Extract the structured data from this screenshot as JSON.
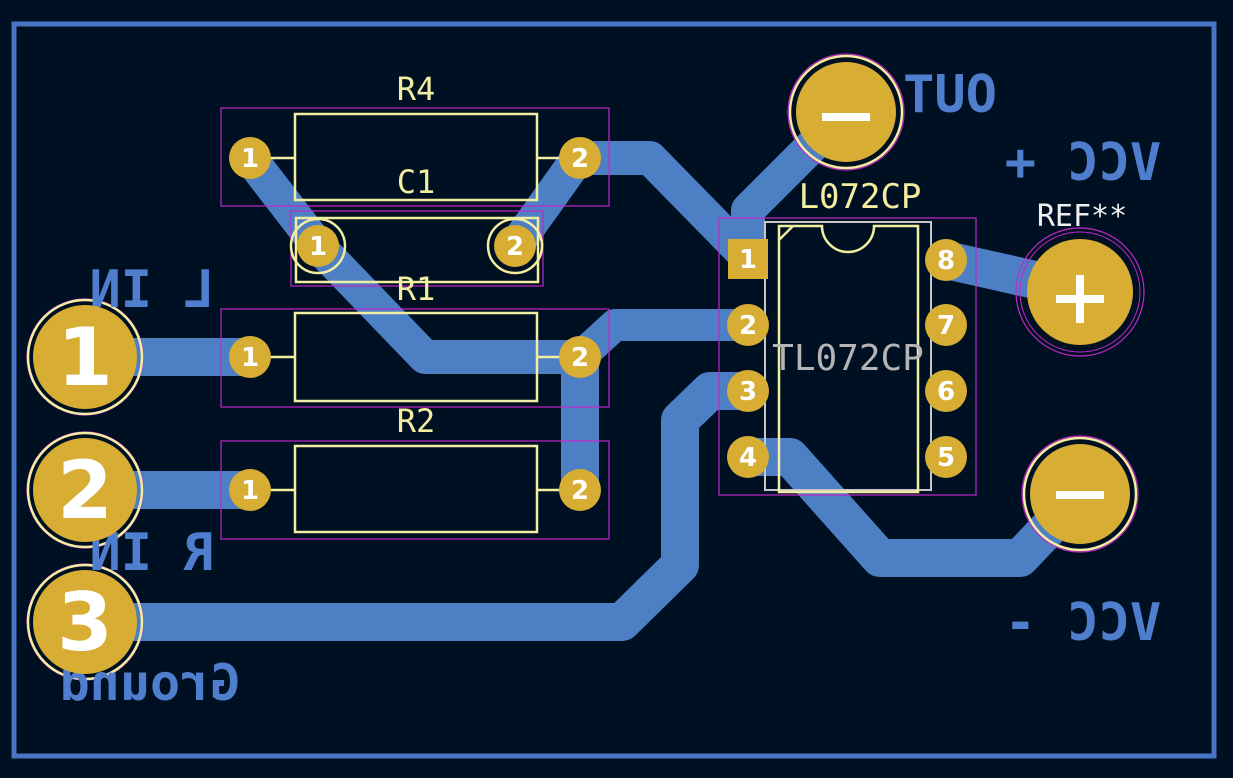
{
  "colors": {
    "background": "#001023",
    "board_edge": "#4876c4",
    "copper_trace": "#4d7fc4",
    "pad": "#d7ad34",
    "silkscreen": "#f2eda1",
    "back_silkscreen": "#4f7ecf",
    "courtyard": "#c227c9",
    "fab_outline": "#c8c8c8"
  },
  "references": {
    "r4": "R4",
    "c1": "C1",
    "r1": "R1",
    "r2": "R2",
    "ic_value": "L072CP",
    "ic_fab_value": "TL072CP",
    "ref_mark": "REF**"
  },
  "back_labels": {
    "out": "OUT",
    "vcc_plus": "VCC +",
    "vcc_minus": "VCC -",
    "l_in": "L IN",
    "r_in": "R IN",
    "ground": "Ground"
  },
  "big_pads": {
    "pad1": "1",
    "pad2": "2",
    "pad3": "3",
    "plus": "+",
    "minus": "−"
  },
  "small_pads": {
    "r4_1": "1",
    "r4_2": "2",
    "c1_1": "1",
    "c1_2": "2",
    "r1_1": "1",
    "r1_2": "2",
    "r2_1": "1",
    "r2_2": "2",
    "ic_1": "1",
    "ic_2": "2",
    "ic_3": "3",
    "ic_4": "4",
    "ic_5": "5",
    "ic_6": "6",
    "ic_7": "7",
    "ic_8": "8"
  }
}
